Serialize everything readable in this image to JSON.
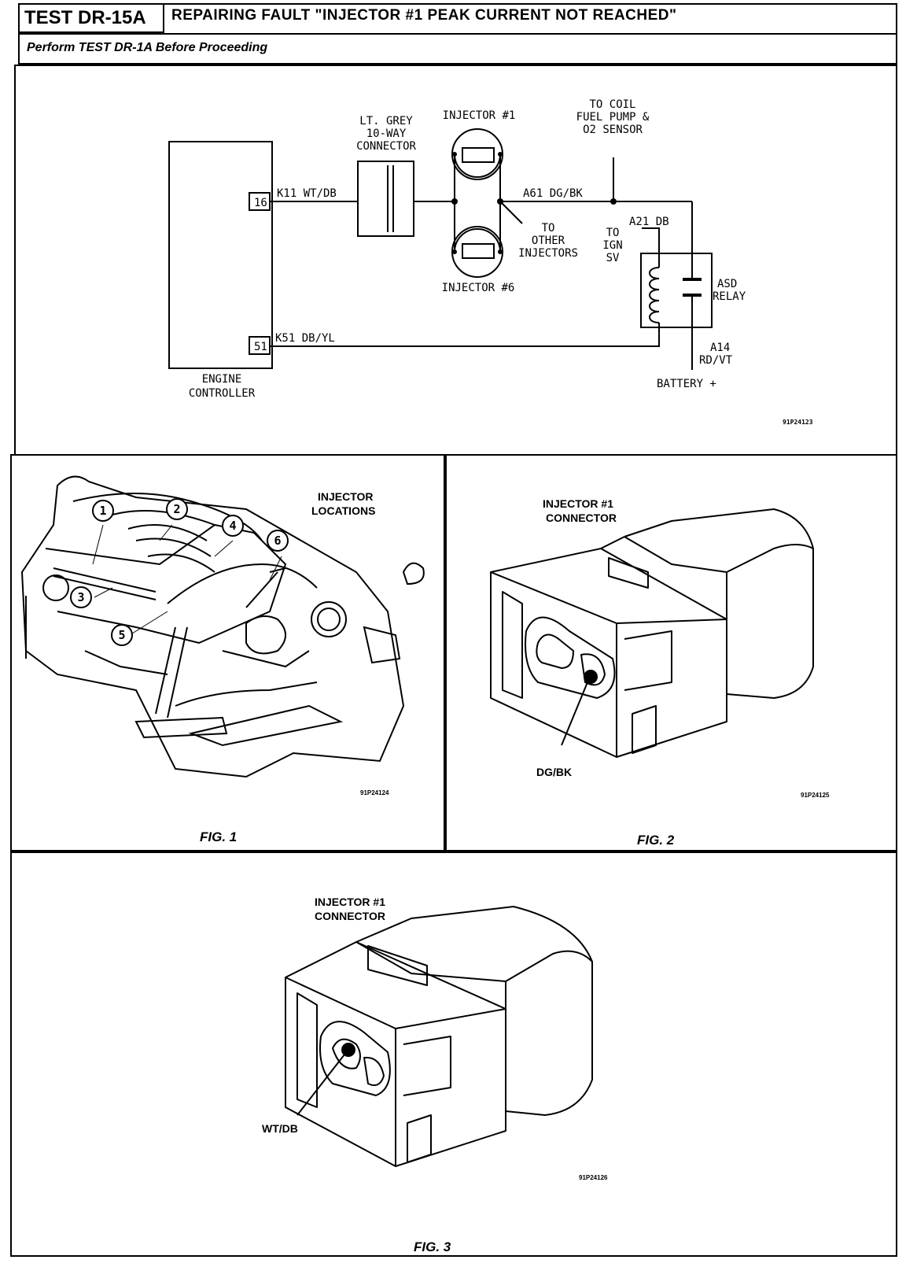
{
  "header": {
    "test_id": "TEST DR-15A",
    "title": "REPAIRING FAULT \"INJECTOR #1 PEAK CURRENT NOT REACHED\"",
    "subtitle": "Perform TEST DR-1A Before Proceeding"
  },
  "schematic": {
    "connector_label_1": "LT. GREY",
    "connector_label_2": "10-WAY",
    "connector_label_3": "CONNECTOR",
    "injector1": "INJECTOR #1",
    "injector6": "INJECTOR #6",
    "to_coil_1": "TO COIL",
    "to_coil_2": "FUEL PUMP &",
    "to_coil_3": "O2 SENSOR",
    "pin16": "16",
    "pin51": "51",
    "wire_k11": "K11 WT/DB",
    "wire_a61": "A61 DG/BK",
    "wire_a21": "A21 DB",
    "wire_k51": "K51 DB/YL",
    "to_other_1": "TO",
    "to_other_2": "OTHER",
    "to_other_3": "INJECTORS",
    "to_ign_1": "TO",
    "to_ign_2": "IGN",
    "to_ign_3": "SV",
    "asd_1": "ASD",
    "asd_2": "RELAY",
    "a14_1": "A14",
    "a14_2": "RD/VT",
    "battery": "BATTERY +",
    "engine_1": "ENGINE",
    "engine_2": "CONTROLLER",
    "code": "91P24123"
  },
  "fig1": {
    "title_1": "INJECTOR",
    "title_2": "LOCATIONS",
    "numbers": [
      "1",
      "2",
      "3",
      "4",
      "5",
      "6"
    ],
    "code": "91P24124",
    "label": "FIG. 1"
  },
  "fig2": {
    "title_1": "INJECTOR #1",
    "title_2": "CONNECTOR",
    "wire": "DG/BK",
    "code": "91P24125",
    "label": "FIG. 2"
  },
  "fig3": {
    "title_1": "INJECTOR #1",
    "title_2": "CONNECTOR",
    "wire": "WT/DB",
    "code": "91P24126",
    "label": "FIG. 3"
  }
}
